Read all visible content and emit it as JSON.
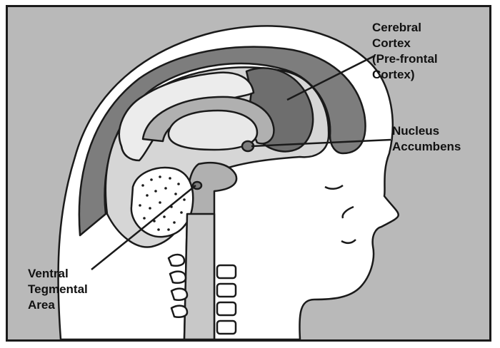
{
  "labels": {
    "cerebral_cortex": [
      "Cerebral",
      "Cortex",
      "(Pre-frontal",
      "Cortex)"
    ],
    "nucleus_accumbens": [
      "Nucleus",
      "Accumbens"
    ],
    "ventral_tegmental_area": [
      "Ventral",
      "Tegmental",
      "Area"
    ]
  },
  "colors": {
    "background": "#b9b9b9",
    "skull": "#7d7d7d",
    "tissue": "#d6d6d6",
    "white_matter": "#ececec",
    "prefrontal": "#6e6e6e",
    "outline": "#1a1a1a"
  }
}
